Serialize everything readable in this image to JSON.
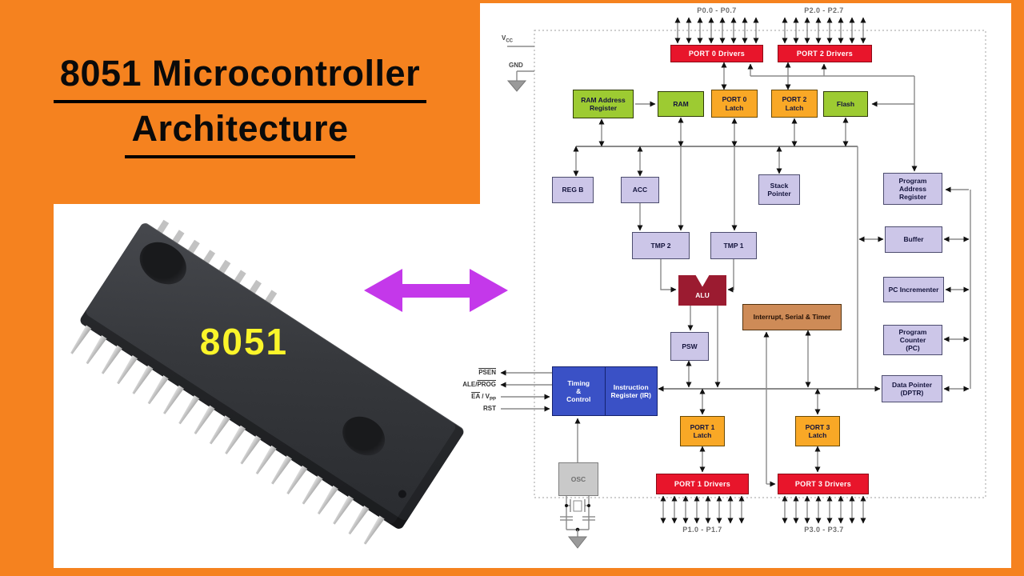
{
  "header": {
    "title_line1": "8051 Microcontroller",
    "title_line2": "Architecture"
  },
  "chip": {
    "label": "8051"
  },
  "diagram": {
    "port_labels": {
      "p0": "P0.0 - P0.7",
      "p2": "P2.0 - P2.7",
      "p1": "P1.0 - P1.7",
      "p3": "P3.0 - P3.7"
    },
    "power": {
      "vcc_base": "V",
      "vcc_sub": "CC",
      "gnd": "GND"
    },
    "signals": {
      "psen": "PSEN",
      "ale_prefix": "ALE/",
      "ale_overline": "PROG",
      "ea_overline": "EA",
      "ea_mid": " / V",
      "ea_sub": "PP",
      "rst": "RST"
    },
    "blocks": {
      "port0_drivers": "PORT 0 Drivers",
      "port2_drivers": "PORT 2 Drivers",
      "ram_address_register": "RAM Address\nRegister",
      "ram": "RAM",
      "port0_latch": "PORT 0\nLatch",
      "port2_latch": "PORT 2\nLatch",
      "flash": "Flash",
      "reg_b": "REG B",
      "acc": "ACC",
      "stack_pointer": "Stack\nPointer",
      "program_address_register": "Program\nAddress\nRegister",
      "tmp2": "TMP 2",
      "tmp1": "TMP 1",
      "buffer": "Buffer",
      "alu": "ALU",
      "interrupt_serial_timer": "Interrupt, Serial & Timer",
      "pc_incrementer": "PC Incrementer",
      "psw": "PSW",
      "program_counter": "Program\nCounter\n(PC)",
      "timing_control": "Timing\n&\nControl",
      "instruction_register": "Instruction\nRegister (IR)",
      "data_pointer": "Data Pointer\n(DPTR)",
      "port1_latch": "PORT 1\nLatch",
      "port3_latch": "PORT 3\nLatch",
      "osc": "OSC",
      "port1_drivers": "PORT 1 Drivers",
      "port3_drivers": "PORT 3 Drivers"
    }
  },
  "palette": {
    "background_orange": "#F5821F",
    "driver_red": "#E8152B",
    "memory_green": "#9DCB32",
    "latch_yellow": "#F9A826",
    "register_lavender": "#CCC6E8",
    "alu_crimson": "#9B1B30",
    "interrupt_copper": "#CE8B57",
    "control_blue": "#3A51C6",
    "osc_gray": "#C9C9C9",
    "arrow_magenta": "#C438EA",
    "chip_label_yellow": "#FBF52A"
  }
}
